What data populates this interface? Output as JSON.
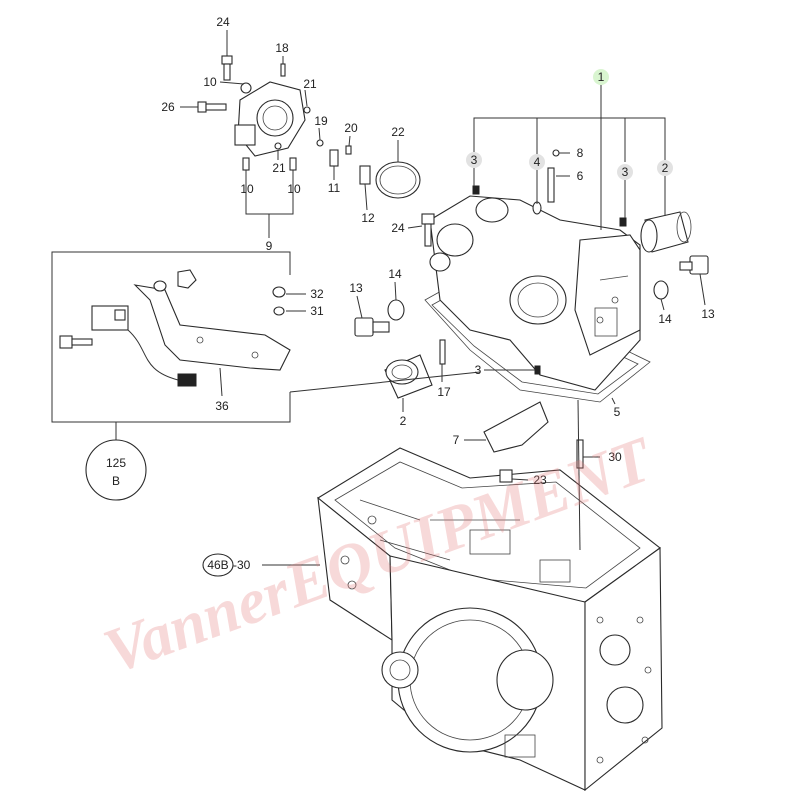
{
  "callouts": {
    "c1": "1",
    "c2a": "2",
    "c2b": "2",
    "c3a": "3",
    "c3b": "3",
    "c3c": "3",
    "c4": "4",
    "c5": "5",
    "c6": "6",
    "c7": "7",
    "c8": "8",
    "c9": "9",
    "c10a": "10",
    "c10b": "10",
    "c10c": "10",
    "c11": "11",
    "c12": "12",
    "c13a": "13",
    "c13b": "13",
    "c14a": "14",
    "c14b": "14",
    "c17": "17",
    "c18": "18",
    "c19": "19",
    "c20": "20",
    "c21a": "21",
    "c21b": "21",
    "c22": "22",
    "c23": "23",
    "c24a": "24",
    "c24b": "24",
    "c26": "26",
    "c30a": "30",
    "c31": "31",
    "c32": "32",
    "c36": "36"
  },
  "refs": {
    "ref125_top": "125",
    "ref125_bottom": "B",
    "ref46b": "46B",
    "ref46b_suffix": "-30"
  },
  "watermark": "VannerEQUIPMENT",
  "colors": {
    "highlight": "#d9f5d0",
    "watermark": "#e47a7a",
    "ink": "#222222"
  }
}
